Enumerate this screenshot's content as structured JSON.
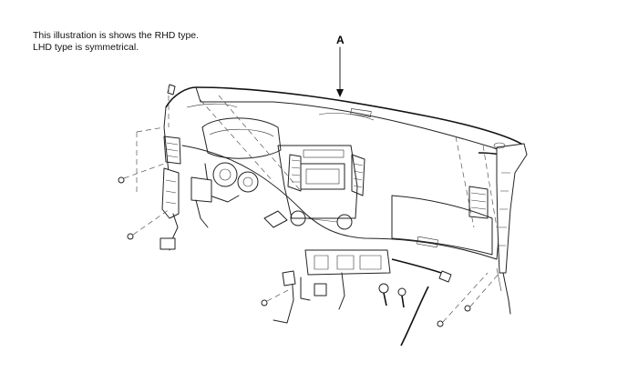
{
  "illustration": {
    "note_line1": "This illustration is shows the RHD type.",
    "note_line2": "LHD type is symmetrical.",
    "callout_label": "A"
  }
}
